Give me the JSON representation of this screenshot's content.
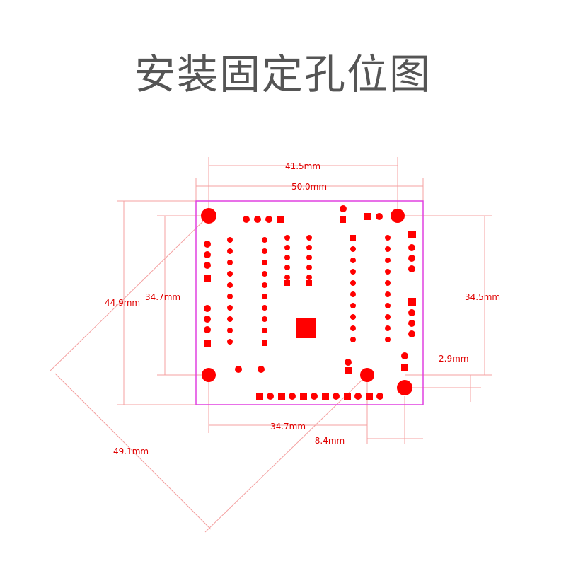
{
  "title": "安装固定孔位图",
  "colors": {
    "board_outline": "#e040e0",
    "pads": "#ff0000",
    "dimension_text": "#e00000",
    "dimension_lines": "#f4a0a0",
    "title": "#555555"
  },
  "dimensions": {
    "hole_span_top": "41.5mm",
    "board_width": "50.0mm",
    "board_height": "44.9mm",
    "hole_span_left": "34.7mm",
    "hole_span_right": "34.5mm",
    "hole_offset_right": "2.9mm",
    "hole_span_bottom": "34.7mm",
    "hole_offset_bottom": "8.4mm",
    "diagonal": "49.1mm"
  }
}
